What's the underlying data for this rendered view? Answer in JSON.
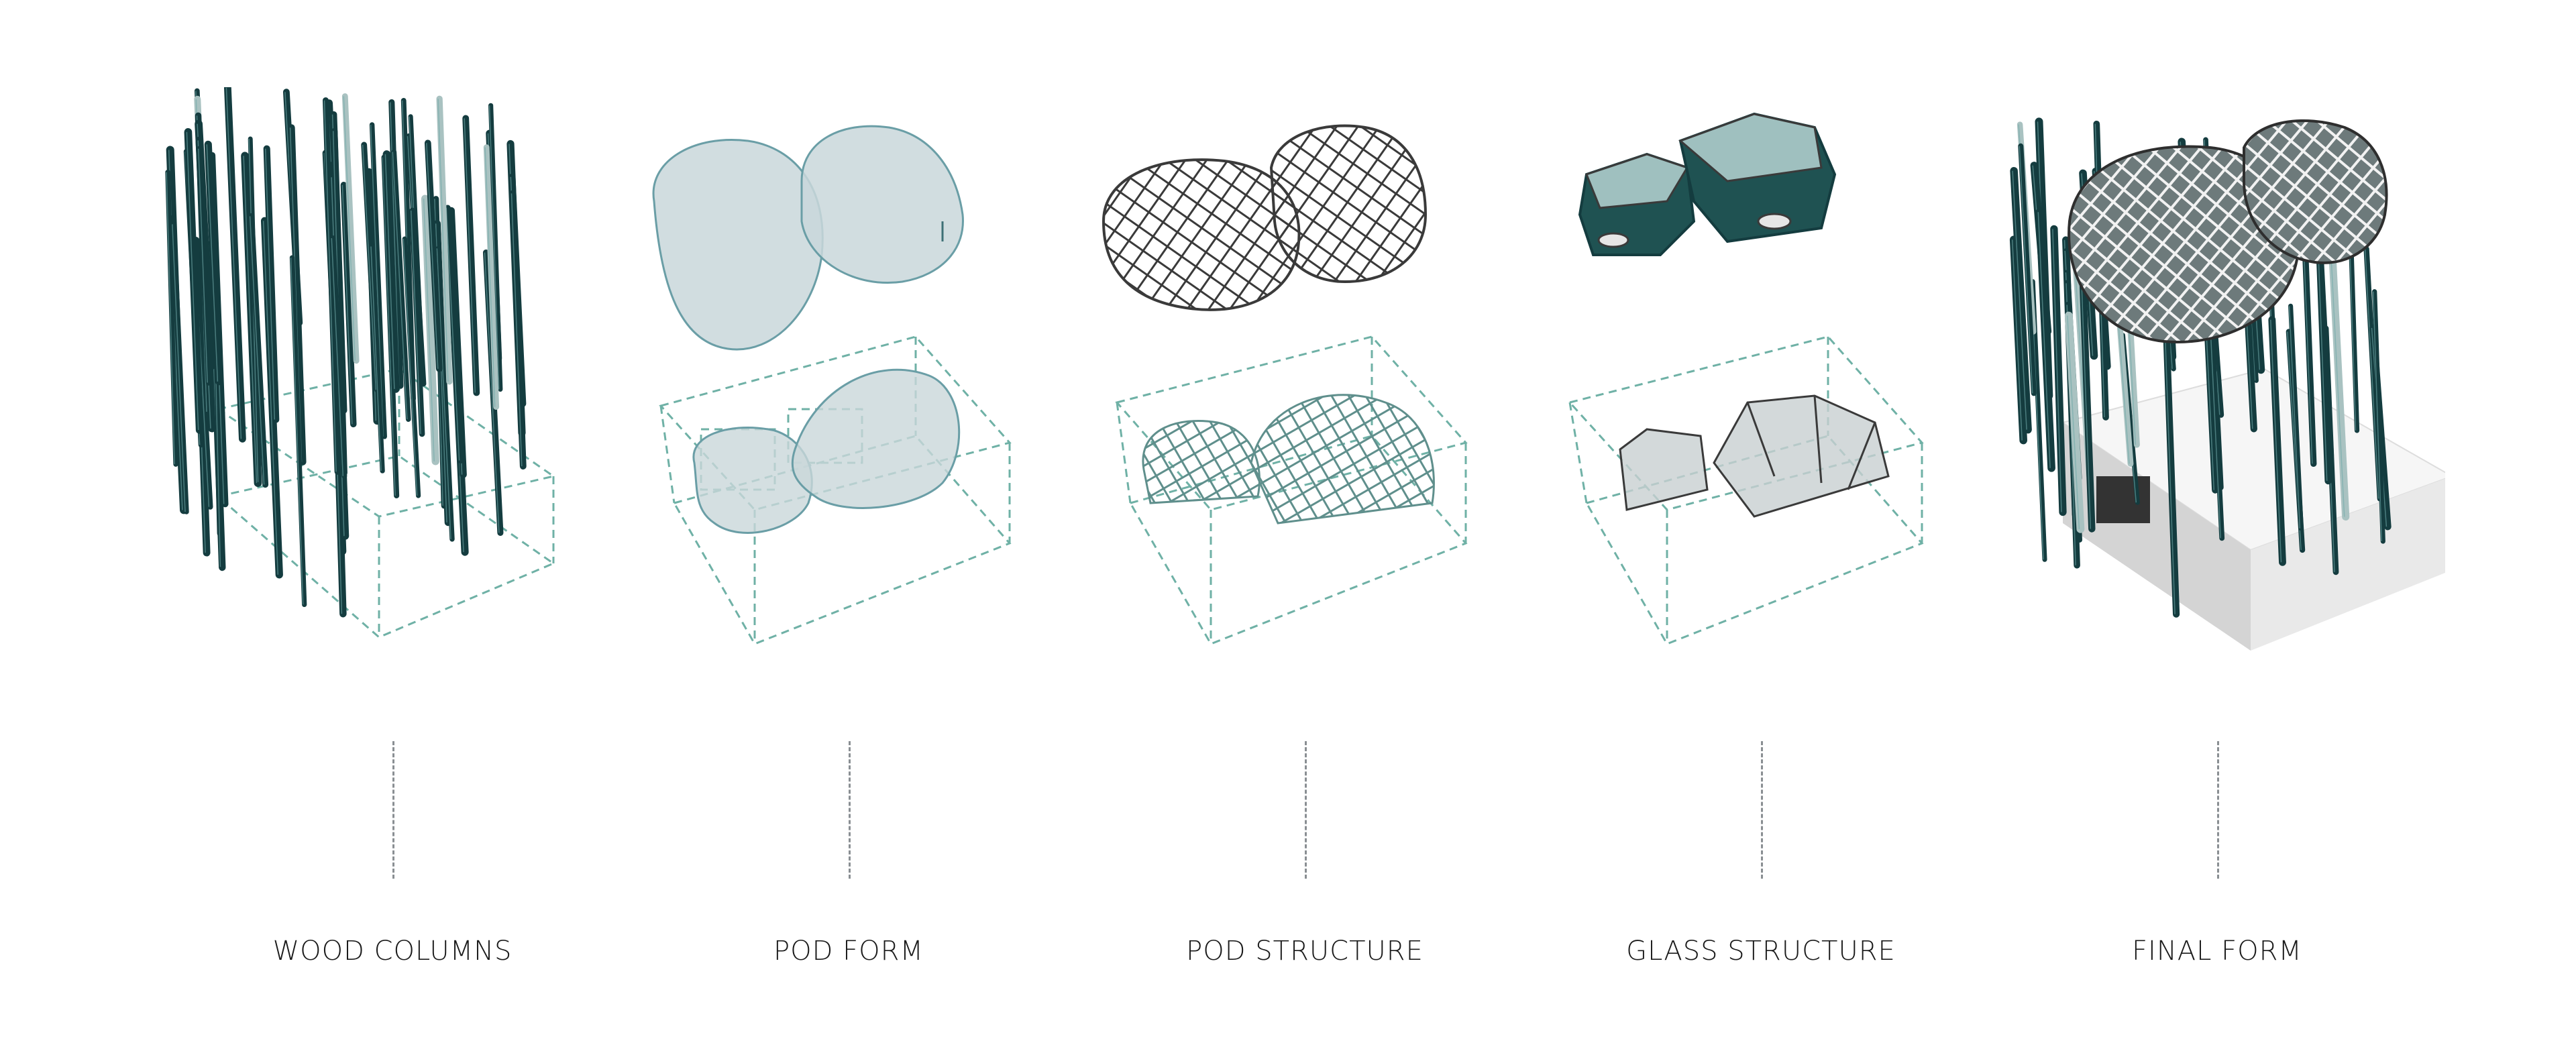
{
  "diagram": {
    "steps": [
      {
        "id": "wood-columns",
        "label": "WOOD COLUMNS"
      },
      {
        "id": "pod-form",
        "label": "POD FORM"
      },
      {
        "id": "pod-structure",
        "label": "POD STRUCTURE"
      },
      {
        "id": "glass-structure",
        "label": "GLASS STRUCTURE"
      },
      {
        "id": "final-form",
        "label": "FINAL FORM"
      }
    ]
  },
  "colors": {
    "column_dark": "#143c3f",
    "column_light": "#a9c2c1",
    "dashed_outline": "#6fb1a6",
    "pod_fill": "#c9d7da",
    "pod_stroke": "#6a9ea6",
    "lattice_stroke": "#3a3a3a",
    "glass_dark": "#1f5252",
    "glass_light": "#9fc0bf",
    "base_white": "#f2f2f2",
    "base_shadow": "#d4d4d4",
    "leader_line": "#8a8f93",
    "caption_text": "#1a1a1a"
  }
}
